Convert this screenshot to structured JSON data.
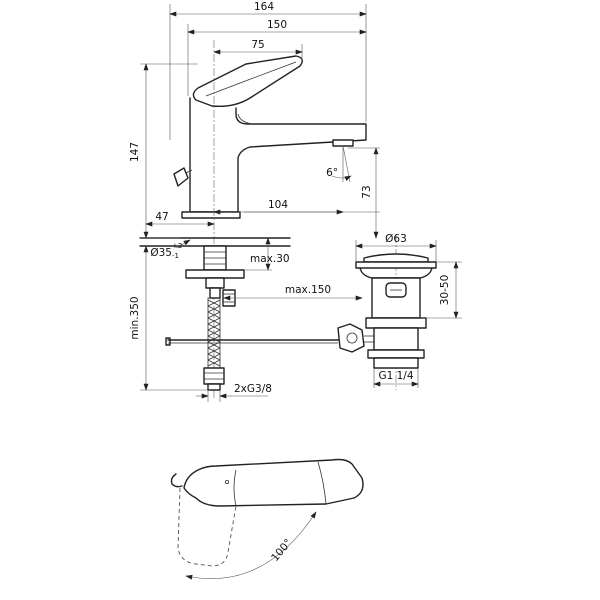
{
  "dimensions": {
    "width_164": "164",
    "width_150": "150",
    "width_75": "75",
    "height_147": "147",
    "angle_6": "6°",
    "height_73": "73",
    "reach_104": "104",
    "offset_47": "47",
    "hole_dia_value": "Ø35",
    "hole_tol_plus": "+2",
    "hole_tol_minus": "-1",
    "deck_max30": "max.30",
    "waste_dia_63": "Ø63",
    "waste_30_50": "30-50",
    "rod_max150": "max.150",
    "min350": "min.350",
    "hose_thread": "2xG3/8",
    "waste_thread": "G1 1/4",
    "lever_angle_100": "100°"
  }
}
